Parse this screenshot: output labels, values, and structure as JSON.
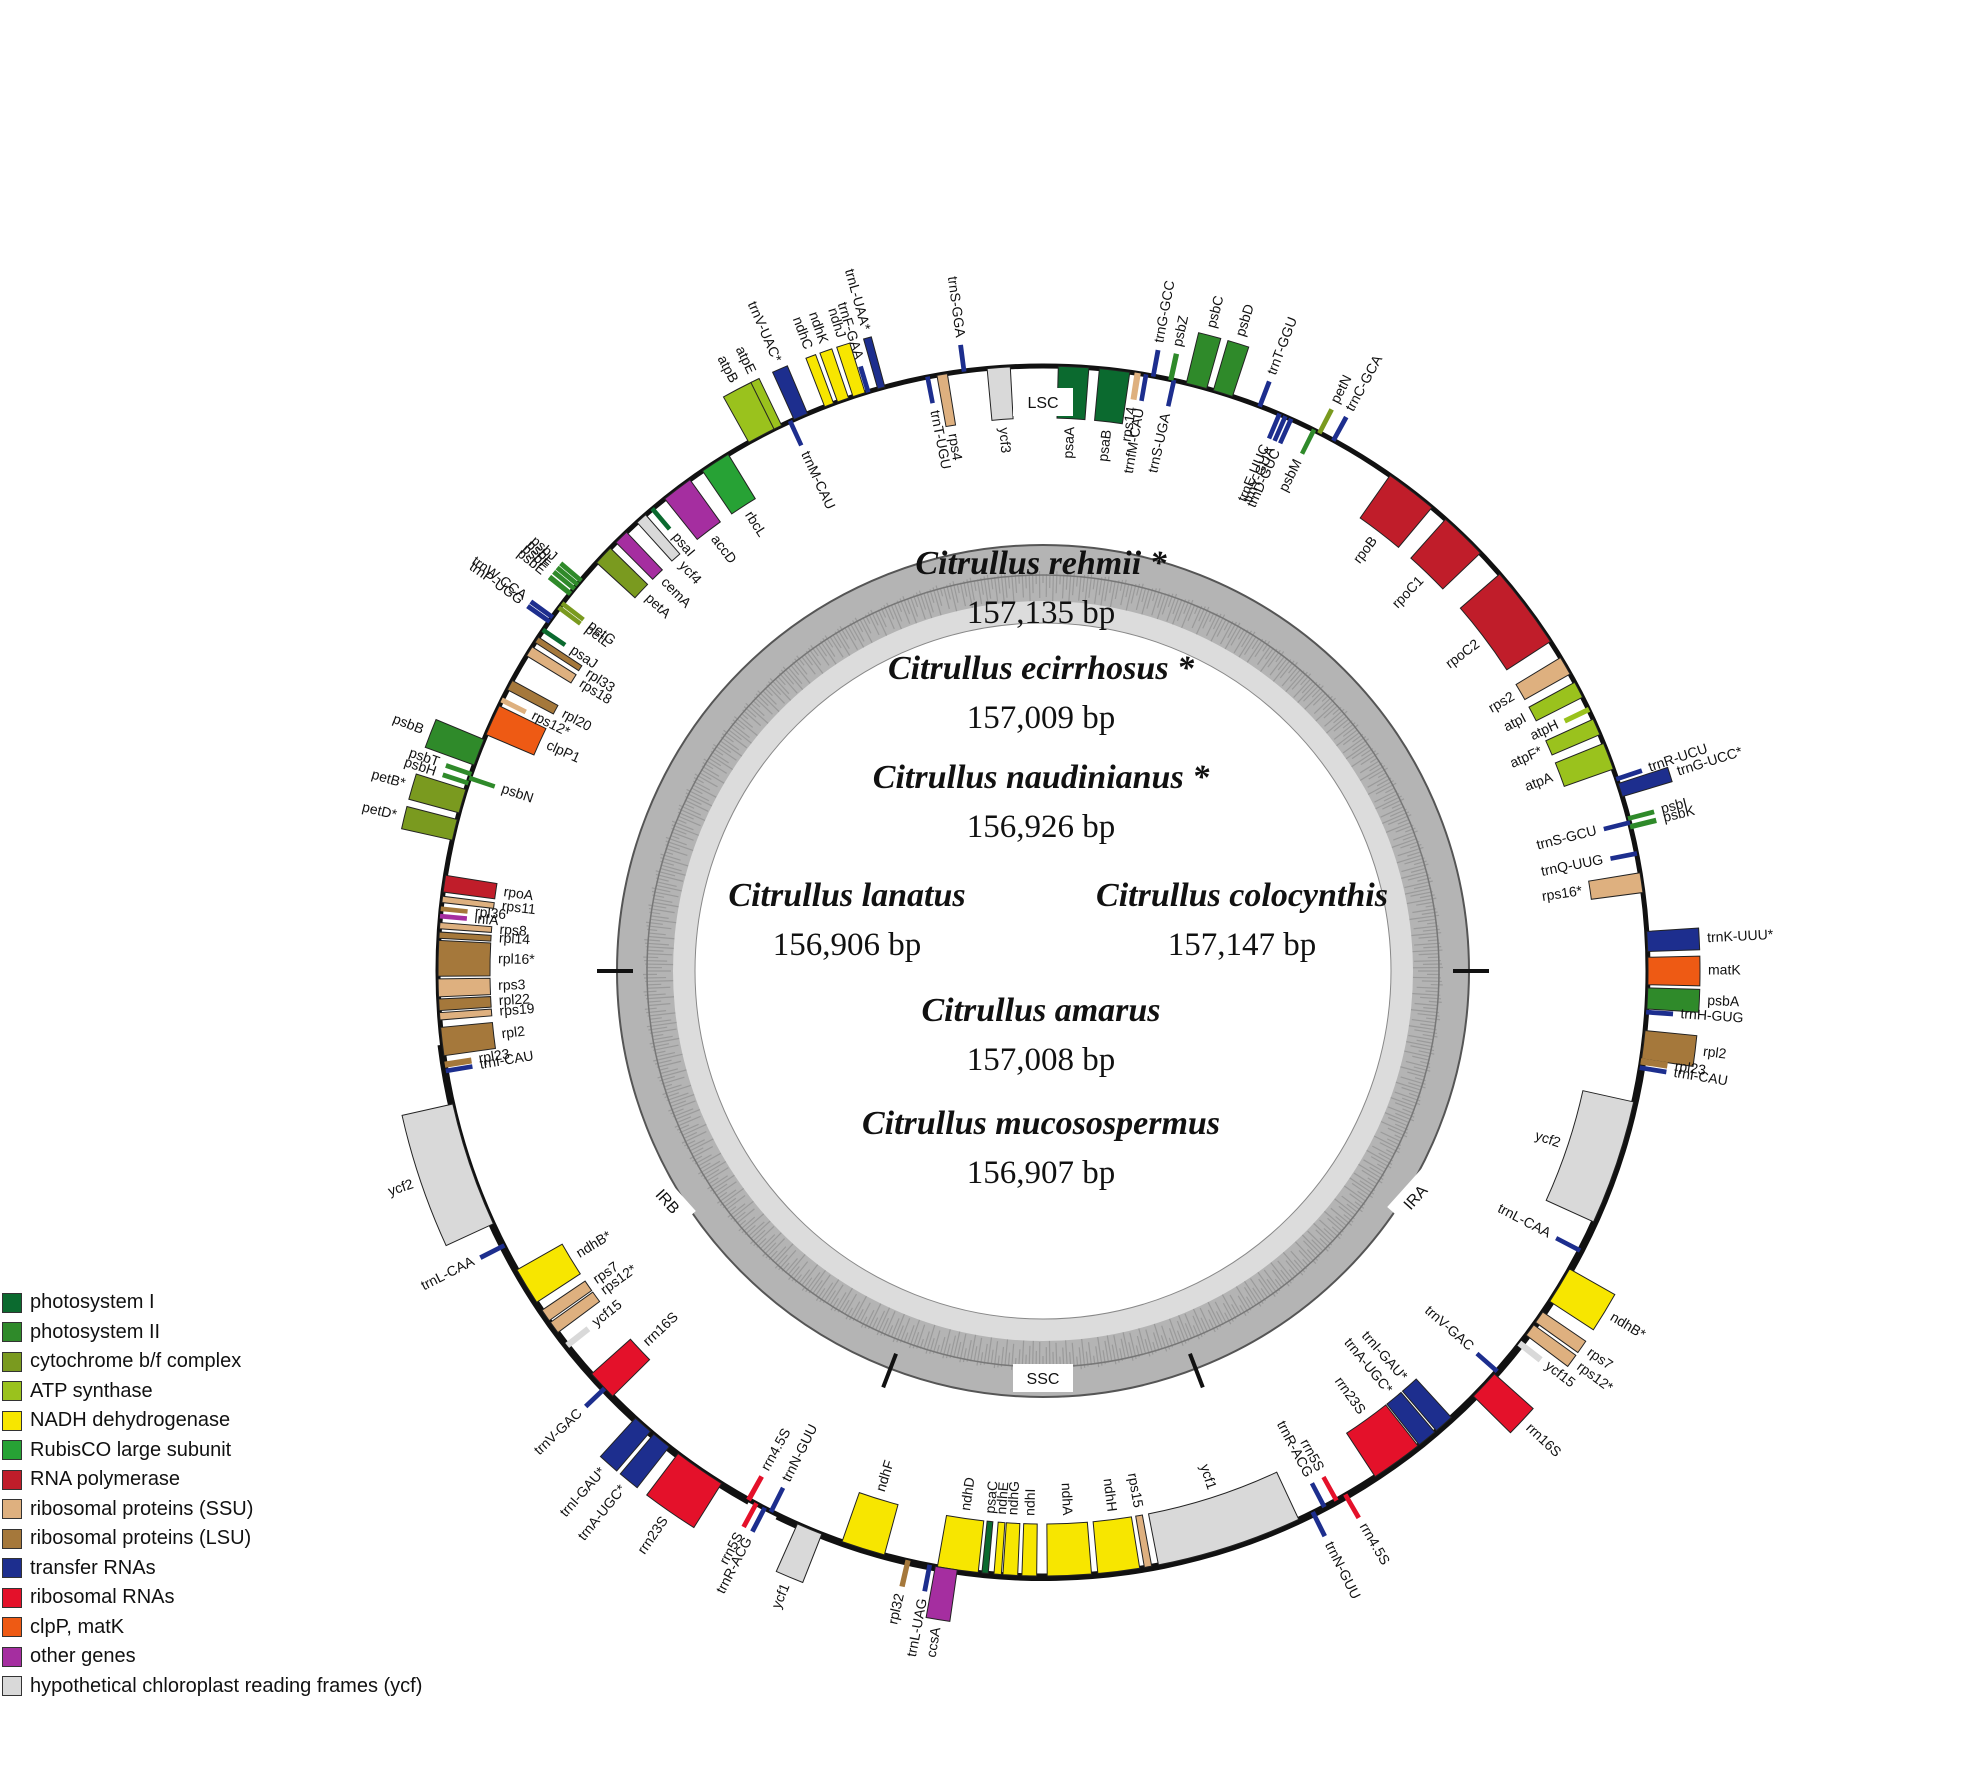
{
  "species": [
    {
      "name": "Citrullus rehmii *",
      "size": "157,135 bp"
    },
    {
      "name": "Citrullus ecirrhosus *",
      "size": "157,009 bp"
    },
    {
      "name": "Citrullus naudinianus *",
      "size": "156,926 bp"
    },
    {
      "name": "Citrullus lanatus",
      "size": "156,906 bp"
    },
    {
      "name": "Citrullus colocynthis",
      "size": "157,147 bp"
    },
    {
      "name": "Citrullus amarus",
      "size": "157,008 bp"
    },
    {
      "name": "Citrullus mucosospermus",
      "size": "156,907 bp"
    }
  ],
  "regions": {
    "lsc": "LSC",
    "ssc": "SSC",
    "ira": "IRA",
    "irb": "IRB"
  },
  "legend": [
    {
      "label": "photosystem I",
      "color": "#0b6a2f"
    },
    {
      "label": "photosystem II",
      "color": "#2f8a2a"
    },
    {
      "label": "cytochrome b/f complex",
      "color": "#7a9a1f"
    },
    {
      "label": "ATP synthase",
      "color": "#9ac21d"
    },
    {
      "label": "NADH dehydrogenase",
      "color": "#f7e600"
    },
    {
      "label": "RubisCO large subunit",
      "color": "#27a235"
    },
    {
      "label": "RNA polymerase",
      "color": "#c01d2a"
    },
    {
      "label": "ribosomal proteins (SSU)",
      "color": "#deb07f"
    },
    {
      "label": "ribosomal proteins (LSU)",
      "color": "#a5783b"
    },
    {
      "label": "transfer RNAs",
      "color": "#1d2e8e"
    },
    {
      "label": "ribosomal RNAs",
      "color": "#e4112a"
    },
    {
      "label": "clpP, matK",
      "color": "#ee5a14"
    },
    {
      "label": "other genes",
      "color": "#a52ea0"
    },
    {
      "label": "hypothetical chloroplast reading frames (ycf)",
      "color": "#d9d9d9"
    }
  ],
  "genes": [
    {
      "name": "trnL-UAA*",
      "a": -15.5,
      "w": 0.7,
      "side": "out",
      "cat": "trna"
    },
    {
      "name": "trnF-GAA",
      "a": -16.8,
      "w": 0.3,
      "side": "out",
      "cat": "trna"
    },
    {
      "name": "trnS-GGA",
      "a": -7.5,
      "w": 0.3,
      "side": "out",
      "cat": "trna"
    },
    {
      "name": "rps4",
      "a": -9.6,
      "w": 1.0,
      "side": "in",
      "cat": "ssu"
    },
    {
      "name": "trnT-UGU",
      "a": -11.0,
      "w": 0.3,
      "side": "in",
      "cat": "trna"
    },
    {
      "name": "ycf3",
      "a": -4.2,
      "w": 2.2,
      "side": "in",
      "cat": "ycf"
    },
    {
      "name": "psaA",
      "a": 2.9,
      "w": 2.9,
      "side": "in",
      "cat": "ps1"
    },
    {
      "name": "psaB",
      "a": 6.8,
      "w": 2.9,
      "side": "in",
      "cat": "ps1"
    },
    {
      "name": "rps14",
      "a": 9.0,
      "w": 0.5,
      "side": "in",
      "cat": "ssu"
    },
    {
      "name": "trnfM-CAU",
      "a": 9.8,
      "w": 0.3,
      "side": "in",
      "cat": "trna"
    },
    {
      "name": "trnS-UGA",
      "a": 12.5,
      "w": 0.3,
      "side": "in",
      "cat": "trna"
    },
    {
      "name": "trnG-GCC",
      "a": 10.5,
      "w": 0.3,
      "side": "out",
      "cat": "trna"
    },
    {
      "name": "psbZ",
      "a": 12.2,
      "w": 0.4,
      "side": "out",
      "cat": "ps2"
    },
    {
      "name": "psbC",
      "a": 14.7,
      "w": 2.0,
      "side": "out",
      "cat": "ps2"
    },
    {
      "name": "psbD",
      "a": 17.3,
      "w": 1.9,
      "side": "out",
      "cat": "ps2"
    },
    {
      "name": "trnT-GGU",
      "a": 21.0,
      "w": 0.3,
      "side": "out",
      "cat": "trna"
    },
    {
      "name": "trnE-UUC",
      "a": 23.0,
      "w": 0.3,
      "side": "in",
      "cat": "trna"
    },
    {
      "name": "trnY-GUA",
      "a": 23.6,
      "w": 0.3,
      "side": "in",
      "cat": "trna"
    },
    {
      "name": "trnD-GUC",
      "a": 24.2,
      "w": 0.3,
      "side": "in",
      "cat": "trna"
    },
    {
      "name": "psbM",
      "a": 26.6,
      "w": 0.3,
      "side": "in",
      "cat": "ps2"
    },
    {
      "name": "petN",
      "a": 27.2,
      "w": 0.3,
      "side": "out",
      "cat": "cyt"
    },
    {
      "name": "trnC-GCA",
      "a": 28.7,
      "w": 0.3,
      "side": "out",
      "cat": "trna"
    },
    {
      "name": "rpoB",
      "a": 37.5,
      "w": 5.0,
      "side": "in",
      "cat": "rna"
    },
    {
      "name": "rpoC1",
      "a": 44.0,
      "w": 4.6,
      "side": "in",
      "cat": "rna"
    },
    {
      "name": "rpoC2",
      "a": 53.0,
      "w": 8.0,
      "side": "in",
      "cat": "rna"
    },
    {
      "name": "rps2",
      "a": 59.7,
      "w": 1.8,
      "side": "in",
      "cat": "ssu"
    },
    {
      "name": "atpI",
      "a": 62.3,
      "w": 1.6,
      "side": "in",
      "cat": "atp"
    },
    {
      "name": "atpH",
      "a": 64.4,
      "w": 0.4,
      "side": "in",
      "cat": "atp"
    },
    {
      "name": "atpF*",
      "a": 66.2,
      "w": 1.6,
      "side": "in",
      "cat": "atp"
    },
    {
      "name": "atpA",
      "a": 69.2,
      "w": 2.6,
      "side": "in",
      "cat": "atp"
    },
    {
      "name": "trnR-UCU",
      "a": 71.5,
      "w": 0.3,
      "side": "out",
      "cat": "trna"
    },
    {
      "name": "trnG-UCC*",
      "a": 72.6,
      "w": 1.3,
      "side": "out",
      "cat": "trna"
    },
    {
      "name": "psbI",
      "a": 75.4,
      "w": 0.3,
      "side": "out",
      "cat": "ps2"
    },
    {
      "name": "psbK",
      "a": 76.2,
      "w": 0.4,
      "side": "out",
      "cat": "ps2"
    },
    {
      "name": "trnS-GCU",
      "a": 75.8,
      "w": 0.3,
      "side": "in",
      "cat": "trna"
    },
    {
      "name": "trnQ-UUG",
      "a": 78.8,
      "w": 0.3,
      "side": "in",
      "cat": "trna"
    },
    {
      "name": "rps16*",
      "a": 81.6,
      "w": 1.9,
      "side": "in",
      "cat": "ssu"
    },
    {
      "name": "trnK-UUU*",
      "a": 87.2,
      "w": 1.9,
      "side": "out",
      "cat": "trna"
    },
    {
      "name": "matK",
      "a": 90.0,
      "w": 2.6,
      "side": "out",
      "cat": "orf"
    },
    {
      "name": "psbA",
      "a": 92.6,
      "w": 2.0,
      "side": "out",
      "cat": "ps2"
    },
    {
      "name": "trnH-GUG",
      "a": 93.9,
      "w": 0.3,
      "side": "out",
      "cat": "trna"
    },
    {
      "name": "rpl2",
      "a": 97.0,
      "w": 2.7,
      "side": "out",
      "cat": "lsu"
    },
    {
      "name": "rpl23",
      "a": 98.6,
      "w": 0.5,
      "side": "out",
      "cat": "lsu"
    },
    {
      "name": "trnI-CAU",
      "a": 99.2,
      "w": 0.3,
      "side": "out",
      "cat": "trna"
    },
    {
      "name": "ycf2",
      "a": 108.5,
      "w": 12.0,
      "side": "in",
      "cat": "ycf"
    },
    {
      "name": "trnL-CAA",
      "a": 117.5,
      "w": 0.3,
      "side": "in",
      "cat": "trna"
    },
    {
      "name": "ndhB*",
      "a": 121.3,
      "w": 3.6,
      "side": "out",
      "cat": "ndh"
    },
    {
      "name": "rps7",
      "a": 124.9,
      "w": 1.2,
      "side": "out",
      "cat": "ssu"
    },
    {
      "name": "rps12*",
      "a": 126.4,
      "w": 1.2,
      "side": "out",
      "cat": "ssu"
    },
    {
      "name": "ycf15",
      "a": 128.0,
      "w": 0.5,
      "side": "out",
      "cat": "ycf"
    },
    {
      "name": "trnV-GAC",
      "a": 131.4,
      "w": 0.3,
      "side": "in",
      "cat": "trna"
    },
    {
      "name": "rrn16S",
      "a": 133.2,
      "w": 2.9,
      "side": "out",
      "cat": "rrna"
    },
    {
      "name": "trnI-GAU*",
      "a": 138.5,
      "w": 1.9,
      "side": "in",
      "cat": "trna"
    },
    {
      "name": "trnA-UGC*",
      "a": 140.6,
      "w": 1.9,
      "side": "in",
      "cat": "trna"
    },
    {
      "name": "rrn23S",
      "a": 144.2,
      "w": 5.0,
      "side": "in",
      "cat": "rrna"
    },
    {
      "name": "rrn4.5S",
      "a": 150.0,
      "w": 0.3,
      "side": "out",
      "cat": "rrna"
    },
    {
      "name": "rrn5S",
      "a": 151.0,
      "w": 0.3,
      "side": "in",
      "cat": "rrna"
    },
    {
      "name": "trnR-ACG",
      "a": 152.3,
      "w": 0.3,
      "side": "in",
      "cat": "trna"
    },
    {
      "name": "trnN-GUU",
      "a": 153.5,
      "w": 0.3,
      "side": "out",
      "cat": "trna"
    },
    {
      "name": "ycf1",
      "a": 162.0,
      "w": 14.0,
      "side": "in",
      "cat": "ycf"
    },
    {
      "name": "rps15",
      "a": 170.0,
      "w": 0.7,
      "side": "in",
      "cat": "ssu"
    },
    {
      "name": "ndhH",
      "a": 172.8,
      "w": 4.0,
      "side": "in",
      "cat": "ndh"
    },
    {
      "name": "ndhA",
      "a": 177.5,
      "w": 4.2,
      "side": "in",
      "cat": "ndh"
    },
    {
      "name": "ndhI",
      "a": 181.3,
      "w": 1.4,
      "side": "in",
      "cat": "ndh"
    },
    {
      "name": "ndhG",
      "a": 183.1,
      "w": 1.4,
      "side": "in",
      "cat": "ndh"
    },
    {
      "name": "ndhE",
      "a": 184.3,
      "w": 0.7,
      "side": "in",
      "cat": "ndh"
    },
    {
      "name": "psaC",
      "a": 185.5,
      "w": 0.6,
      "side": "in",
      "cat": "ps1"
    },
    {
      "name": "ndhD",
      "a": 188.1,
      "w": 3.9,
      "side": "in",
      "cat": "ndh"
    },
    {
      "name": "ccsA",
      "a": 189.2,
      "w": 2.1,
      "side": "out",
      "cat": "other"
    },
    {
      "name": "trnL-UAG",
      "a": 190.8,
      "w": 0.3,
      "side": "out",
      "cat": "trna"
    },
    {
      "name": "rpl32",
      "a": 192.9,
      "w": 0.4,
      "side": "out",
      "cat": "lsu"
    },
    {
      "name": "ndhF",
      "a": 197.3,
      "w": 4.2,
      "side": "in",
      "cat": "ndh"
    },
    {
      "name": "ycf1",
      "a": 202.7,
      "w": 2.5,
      "side": "out",
      "cat": "ycf"
    },
    {
      "name": "trnN-GUU",
      "a": 206.7,
      "w": 0.3,
      "side": "in",
      "cat": "trna"
    },
    {
      "name": "trnR-ACG",
      "a": 207.4,
      "w": 0.3,
      "side": "out",
      "cat": "trna"
    },
    {
      "name": "rrn5S",
      "a": 208.3,
      "w": 0.3,
      "side": "out",
      "cat": "rrna"
    },
    {
      "name": "rrn4.5S",
      "a": 209.1,
      "w": 0.4,
      "side": "in",
      "cat": "rrna"
    },
    {
      "name": "rrn23S",
      "a": 214.6,
      "w": 5.0,
      "side": "out",
      "cat": "rrna"
    },
    {
      "name": "trnA-UGC*",
      "a": 219.1,
      "w": 1.9,
      "side": "out",
      "cat": "trna"
    },
    {
      "name": "trnI-GAU*",
      "a": 221.4,
      "w": 1.9,
      "side": "out",
      "cat": "trna"
    },
    {
      "name": "trnV-GAC",
      "a": 226.4,
      "w": 0.3,
      "side": "out",
      "cat": "trna"
    },
    {
      "name": "rrn16S",
      "a": 226.8,
      "w": 2.9,
      "side": "in",
      "cat": "rrna"
    },
    {
      "name": "ycf15",
      "a": 231.8,
      "w": 0.5,
      "side": "in",
      "cat": "ycf"
    },
    {
      "name": "rps12*",
      "a": 233.9,
      "w": 1.2,
      "side": "in",
      "cat": "ssu"
    },
    {
      "name": "rps7",
      "a": 235.3,
      "w": 1.2,
      "side": "in",
      "cat": "ssu"
    },
    {
      "name": "ndhB*",
      "a": 238.6,
      "w": 3.6,
      "side": "in",
      "cat": "ndh"
    },
    {
      "name": "trnL-CAA",
      "a": 243.0,
      "w": 0.3,
      "side": "out",
      "cat": "trna"
    },
    {
      "name": "ycf2",
      "a": 251.3,
      "w": 12.0,
      "side": "out",
      "cat": "ycf"
    },
    {
      "name": "trnI-CAU",
      "a": 260.5,
      "w": 0.3,
      "side": "in",
      "cat": "trna"
    },
    {
      "name": "rpl23",
      "a": 261.1,
      "w": 0.5,
      "side": "in",
      "cat": "lsu"
    },
    {
      "name": "rpl2",
      "a": 263.3,
      "w": 2.7,
      "side": "in",
      "cat": "lsu"
    },
    {
      "name": "rps19",
      "a": 265.7,
      "w": 0.7,
      "side": "in",
      "cat": "ssu"
    },
    {
      "name": "rpl22",
      "a": 266.8,
      "w": 1.1,
      "side": "in",
      "cat": "lsu"
    },
    {
      "name": "rps3",
      "a": 268.4,
      "w": 1.7,
      "side": "in",
      "cat": "ssu"
    },
    {
      "name": "rpl16*",
      "a": 271.2,
      "w": 3.4,
      "side": "in",
      "cat": "lsu"
    },
    {
      "name": "rpl14",
      "a": 273.4,
      "w": 0.6,
      "side": "in",
      "cat": "lsu"
    },
    {
      "name": "rps8",
      "a": 274.3,
      "w": 0.6,
      "side": "in",
      "cat": "ssu"
    },
    {
      "name": "infA",
      "a": 275.2,
      "w": 0.3,
      "side": "in",
      "cat": "other"
    },
    {
      "name": "rpl36",
      "a": 275.9,
      "w": 0.3,
      "side": "in",
      "cat": "lsu"
    },
    {
      "name": "rps11",
      "a": 276.8,
      "w": 0.6,
      "side": "in",
      "cat": "ssu"
    },
    {
      "name": "rpoA",
      "a": 278.3,
      "w": 1.6,
      "side": "in",
      "cat": "rna"
    },
    {
      "name": "petD*",
      "a": 283.5,
      "w": 2.0,
      "side": "out",
      "cat": "cyt"
    },
    {
      "name": "petB*",
      "a": 286.3,
      "w": 2.3,
      "side": "out",
      "cat": "cyt"
    },
    {
      "name": "psbH",
      "a": 288.1,
      "w": 0.3,
      "side": "out",
      "cat": "ps2"
    },
    {
      "name": "psbN",
      "a": 288.6,
      "w": 0.3,
      "side": "in",
      "cat": "ps2"
    },
    {
      "name": "psbT",
      "a": 289.0,
      "w": 0.3,
      "side": "out",
      "cat": "ps2"
    },
    {
      "name": "psbB",
      "a": 291.2,
      "w": 2.6,
      "side": "out",
      "cat": "ps2"
    },
    {
      "name": "clpP1",
      "a": 294.5,
      "w": 3.0,
      "side": "in",
      "cat": "orf"
    },
    {
      "name": "rps12*",
      "a": 296.6,
      "w": 0.4,
      "side": "in",
      "cat": "ssu"
    },
    {
      "name": "rpl20",
      "a": 298.2,
      "w": 1.0,
      "side": "in",
      "cat": "lsu"
    },
    {
      "name": "rps18",
      "a": 301.9,
      "w": 1.0,
      "side": "in",
      "cat": "ssu"
    },
    {
      "name": "rpl33",
      "a": 303.2,
      "w": 0.6,
      "side": "in",
      "cat": "lsu"
    },
    {
      "name": "psaJ",
      "a": 304.3,
      "w": 0.3,
      "side": "in",
      "cat": "ps1"
    },
    {
      "name": "trnP-UGG",
      "a": 305.3,
      "w": 0.3,
      "side": "out",
      "cat": "trna"
    },
    {
      "name": "trnW-CCA",
      "a": 305.8,
      "w": 0.3,
      "side": "out",
      "cat": "trna"
    },
    {
      "name": "petL",
      "a": 306.9,
      "w": 0.3,
      "side": "in",
      "cat": "cyt"
    },
    {
      "name": "petG",
      "a": 307.4,
      "w": 0.3,
      "side": "in",
      "cat": "cyt"
    },
    {
      "name": "psbE",
      "a": 308.6,
      "w": 0.4,
      "side": "out",
      "cat": "ps2"
    },
    {
      "name": "psbF",
      "a": 309.2,
      "w": 0.3,
      "side": "out",
      "cat": "ps2"
    },
    {
      "name": "psbL",
      "a": 309.7,
      "w": 0.3,
      "side": "out",
      "cat": "ps2"
    },
    {
      "name": "psbJ",
      "a": 310.2,
      "w": 0.3,
      "side": "out",
      "cat": "ps2"
    },
    {
      "name": "petA",
      "a": 313.4,
      "w": 1.9,
      "side": "in",
      "cat": "cyt"
    },
    {
      "name": "cemA",
      "a": 315.8,
      "w": 1.4,
      "side": "in",
      "cat": "other"
    },
    {
      "name": "ycf4",
      "a": 318.4,
      "w": 1.1,
      "side": "in",
      "cat": "ycf"
    },
    {
      "name": "psaI",
      "a": 319.8,
      "w": 0.3,
      "side": "in",
      "cat": "ps1"
    },
    {
      "name": "accD",
      "a": 322.8,
      "w": 3.0,
      "side": "in",
      "cat": "other"
    },
    {
      "name": "rbcL",
      "a": 327.2,
      "w": 2.9,
      "side": "in",
      "cat": "rubisco"
    },
    {
      "name": "atpB",
      "a": 332.3,
      "w": 2.8,
      "side": "out",
      "cat": "atp"
    },
    {
      "name": "atpE",
      "a": 334.0,
      "w": 0.8,
      "side": "out",
      "cat": "atp"
    },
    {
      "name": "trnM-CAU",
      "a": 335.3,
      "w": 0.3,
      "side": "in",
      "cat": "trna"
    },
    {
      "name": "trnV-UAC*",
      "a": 336.4,
      "w": 1.4,
      "side": "out",
      "cat": "trna"
    },
    {
      "name": "ndhC",
      "a": 339.3,
      "w": 0.9,
      "side": "out",
      "cat": "ndh"
    },
    {
      "name": "ndhK",
      "a": 340.7,
      "w": 1.1,
      "side": "out",
      "cat": "ndh"
    },
    {
      "name": "ndhJ",
      "a": 342.3,
      "w": 1.2,
      "side": "out",
      "cat": "ndh"
    }
  ]
}
